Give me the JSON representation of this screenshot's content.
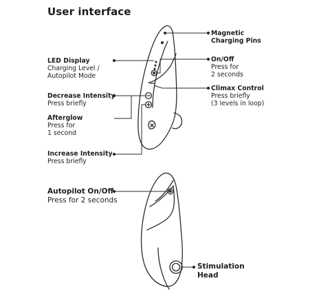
{
  "title": "User interface",
  "labels": {
    "magnetic": {
      "title_l1": "Magnetic",
      "title_l2": "Charging Pins"
    },
    "onoff": {
      "title": "On/Off",
      "desc_l1": "Press for",
      "desc_l2": "2 seconds"
    },
    "climax": {
      "title": "Climax Control",
      "desc_l1": "Press briefly",
      "desc_l2": "(3 levels in loop)"
    },
    "led": {
      "title": "LED Display",
      "desc_l1": "Charging Level /",
      "desc_l2": "Autopilot Mode"
    },
    "decrease": {
      "title": "Decrease Intensity",
      "desc_l1": "Press briefly"
    },
    "afterglow": {
      "title": "Afterglow",
      "desc_l1": "Press for",
      "desc_l2": "1 second"
    },
    "increase": {
      "title": "Increase Intensity",
      "desc_l1": "Press briefly"
    },
    "autopilot": {
      "title": "Autopilot On/Off",
      "desc_l1": "Press for 2 seconds"
    },
    "stimulation": {
      "title_l1": "Stimulation",
      "title_l2": "Head"
    }
  }
}
